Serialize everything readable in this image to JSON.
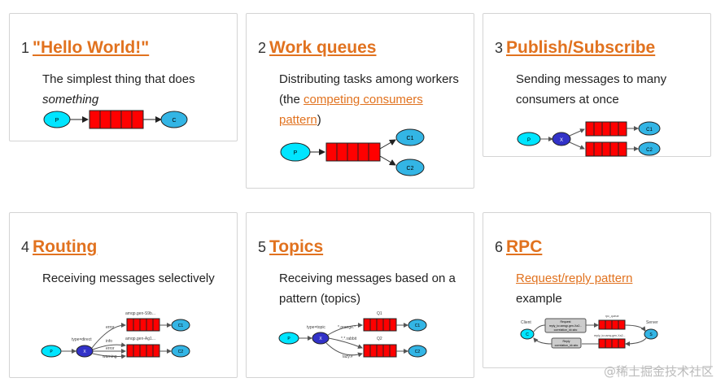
{
  "tutorials": [
    {
      "number": "1",
      "title": "\"Hello World!\"",
      "desc_line1": "The simplest thing that does",
      "desc_em": "something",
      "diagram": {
        "producer": "P",
        "consumer": "C"
      }
    },
    {
      "number": "2",
      "title": "Work queues",
      "desc_pre": "Distributing tasks among workers (the ",
      "desc_link": "competing consumers pattern",
      "desc_post": ")",
      "diagram": {
        "producer": "P",
        "consumer1": "C1",
        "consumer2": "C2"
      }
    },
    {
      "number": "3",
      "title": "Publish/Subscribe",
      "desc": "Sending messages to many consumers at once",
      "diagram": {
        "producer": "P",
        "exchange": "X",
        "consumer1": "C1",
        "consumer2": "C2"
      }
    },
    {
      "number": "4",
      "title": "Routing",
      "desc": "Receiving messages selectively",
      "diagram": {
        "producer": "P",
        "exchange": "X",
        "type_label": "type=direct",
        "q1": "amqp.gen-S9b...",
        "q2": "amqp.gen-Ag1...",
        "binding_error_1": "error",
        "binding_info": "info",
        "binding_error_2": "error",
        "binding_warning": "warning",
        "consumer1": "C1",
        "consumer2": "C2"
      }
    },
    {
      "number": "5",
      "title": "Topics",
      "desc": "Receiving messages based on a pattern (topics)",
      "diagram": {
        "producer": "P",
        "exchange": "X",
        "type_label": "type=topic",
        "q1": "Q1",
        "q2": "Q2",
        "binding_orange": "*.orange.*",
        "binding_rabbit": "*.*.rabbit",
        "binding_lazy": "lazy.#",
        "consumer1": "C1",
        "consumer2": "C2"
      }
    },
    {
      "number": "6",
      "title": "RPC",
      "desc_link": "Request/reply pattern",
      "desc_post": "example",
      "diagram": {
        "client": "Client",
        "server": "Server",
        "client_c": "C",
        "server_s": "S",
        "rpc_queue": "rpc_queue",
        "reply_queue": "reply_to=amq.gen-Xa2...",
        "request_l1": "Request",
        "request_l2": "reply_to=amqp.gen-Xa2...",
        "request_l3": "correlation_id=abc",
        "reply_l1": "Reply",
        "reply_l2": "correlation_id=abc"
      }
    }
  ],
  "watermark": "@稀土掘金技术社区",
  "colors": {
    "title": "#e1721f",
    "queue": "#ff0000",
    "producer": "#00e5ff",
    "exchange": "#3232c8",
    "consumer": "#33b5e5"
  }
}
